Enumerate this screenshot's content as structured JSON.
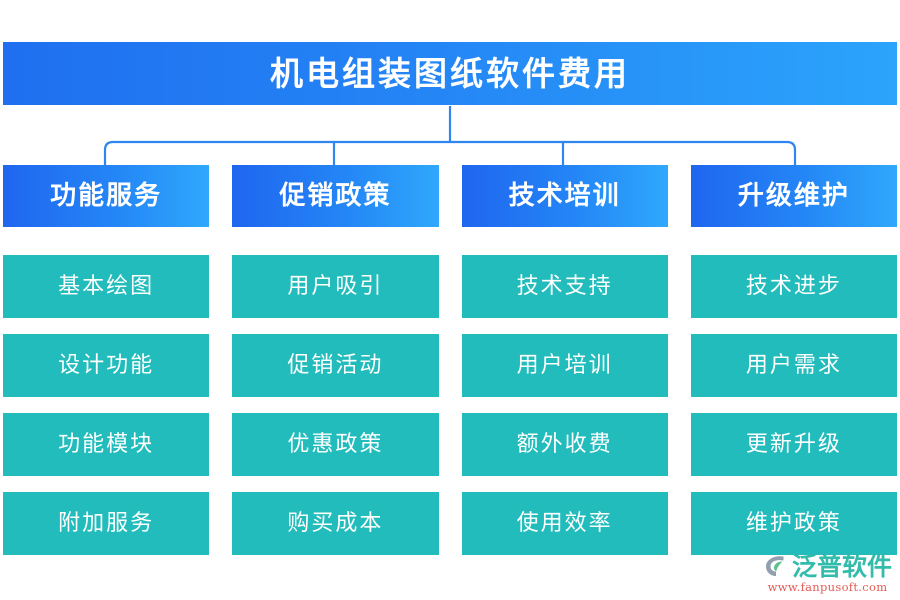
{
  "title": {
    "text": "机电组装图纸软件费用"
  },
  "colors": {
    "title_gradient_start": "#1f6ff0",
    "title_gradient_end": "#2ba4fb",
    "header_gradient_start": "#1f66ef",
    "header_gradient_end": "#2fa8fc",
    "cell_teal": "#23bcbc",
    "connector_line": "#2f86f0",
    "logo_text": "#2bb9a8",
    "logo_url": "#e1564f",
    "background": "#ffffff"
  },
  "columns": [
    {
      "header": "功能服务",
      "cells": [
        "基本绘图",
        "设计功能",
        "功能模块",
        "附加服务"
      ]
    },
    {
      "header": "促销政策",
      "cells": [
        "用户吸引",
        "促销活动",
        "优惠政策",
        "购买成本"
      ]
    },
    {
      "header": "技术培训",
      "cells": [
        "技术支持",
        "用户培训",
        "额外收费",
        "使用效率"
      ]
    },
    {
      "header": "升级维护",
      "cells": [
        "技术进步",
        "用户需求",
        "更新升级",
        "维护政策"
      ]
    }
  ],
  "watermark": {
    "brand": "泛普软件",
    "url": "www.fanpusoft.com",
    "mark_icon": "leaf-swirl-icon"
  }
}
